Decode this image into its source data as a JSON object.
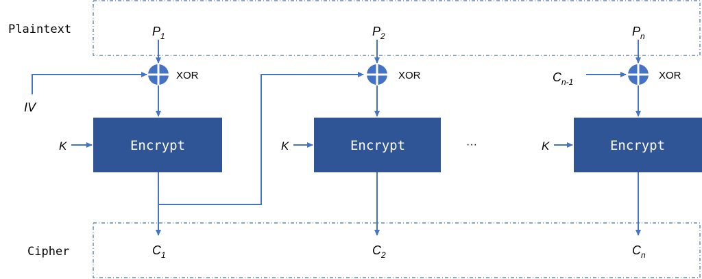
{
  "rows": {
    "plaintext_label": "Plaintext",
    "cipher_label": "Cipher"
  },
  "colors": {
    "box": "#2f5597",
    "line": "#4472c4",
    "xor_fill": "#4472c4",
    "dash": "#4a6fa5",
    "text": "#000000"
  },
  "xor_label": "XOR",
  "ellipsis": "···",
  "blocks": [
    {
      "plain": {
        "base": "P",
        "sub": "1"
      },
      "encrypt_label": "Encrypt",
      "key_label": "K",
      "cipher": {
        "base": "C",
        "sub": "1"
      },
      "chain_in": {
        "base": "IV",
        "sub": ""
      }
    },
    {
      "plain": {
        "base": "P",
        "sub": "2"
      },
      "encrypt_label": "Encrypt",
      "key_label": "K",
      "cipher": {
        "base": "C",
        "sub": "2"
      }
    },
    {
      "plain": {
        "base": "P",
        "sub": "n"
      },
      "encrypt_label": "Encrypt",
      "key_label": "K",
      "cipher": {
        "base": "C",
        "sub": "n"
      },
      "chain_in": {
        "base": "C",
        "sub": "n-1"
      }
    }
  ]
}
